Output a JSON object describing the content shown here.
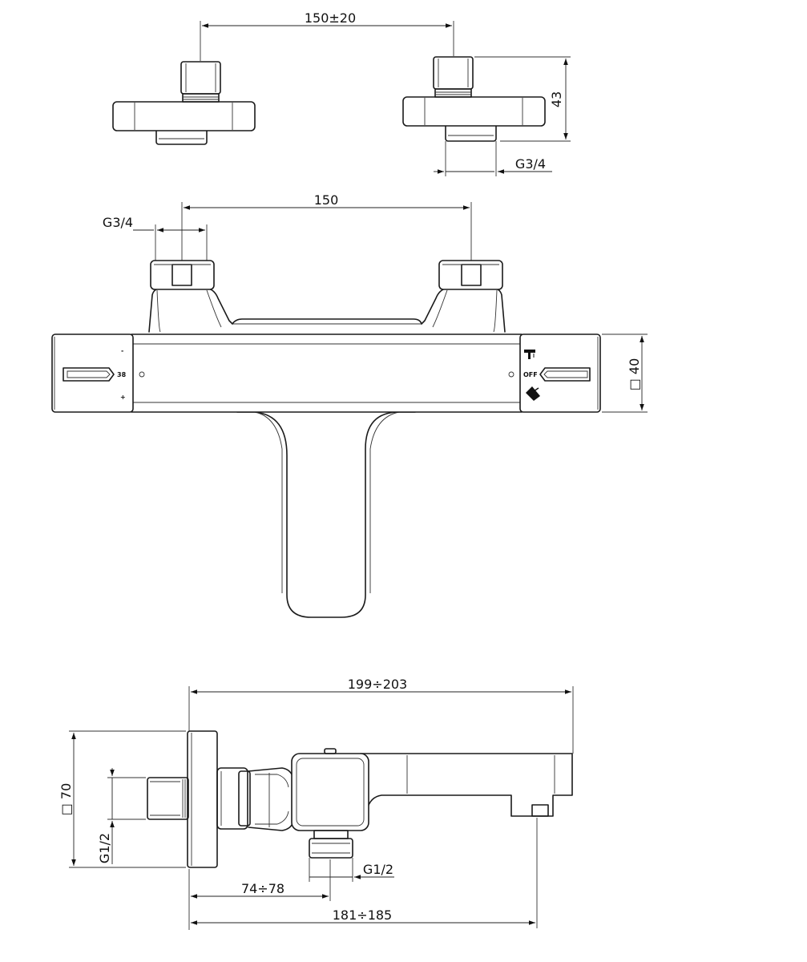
{
  "top_view": {
    "dim_spacing": "150±20",
    "dim_height": "43",
    "dim_thread": "G3/4"
  },
  "front_view": {
    "dim_spacing": "150",
    "dim_thread": "G3/4",
    "dim_square": "□ 40",
    "marking_temp": "38",
    "marking_off": "OFF",
    "marking_minus": "-",
    "marking_plus": "+"
  },
  "side_view": {
    "dim_length": "199÷203",
    "dim_square": "□ 70",
    "dim_thread_left": "G1/2",
    "dim_thread_bottom": "G1/2",
    "dim_depth": "74÷78",
    "dim_outlet": "181÷185"
  }
}
